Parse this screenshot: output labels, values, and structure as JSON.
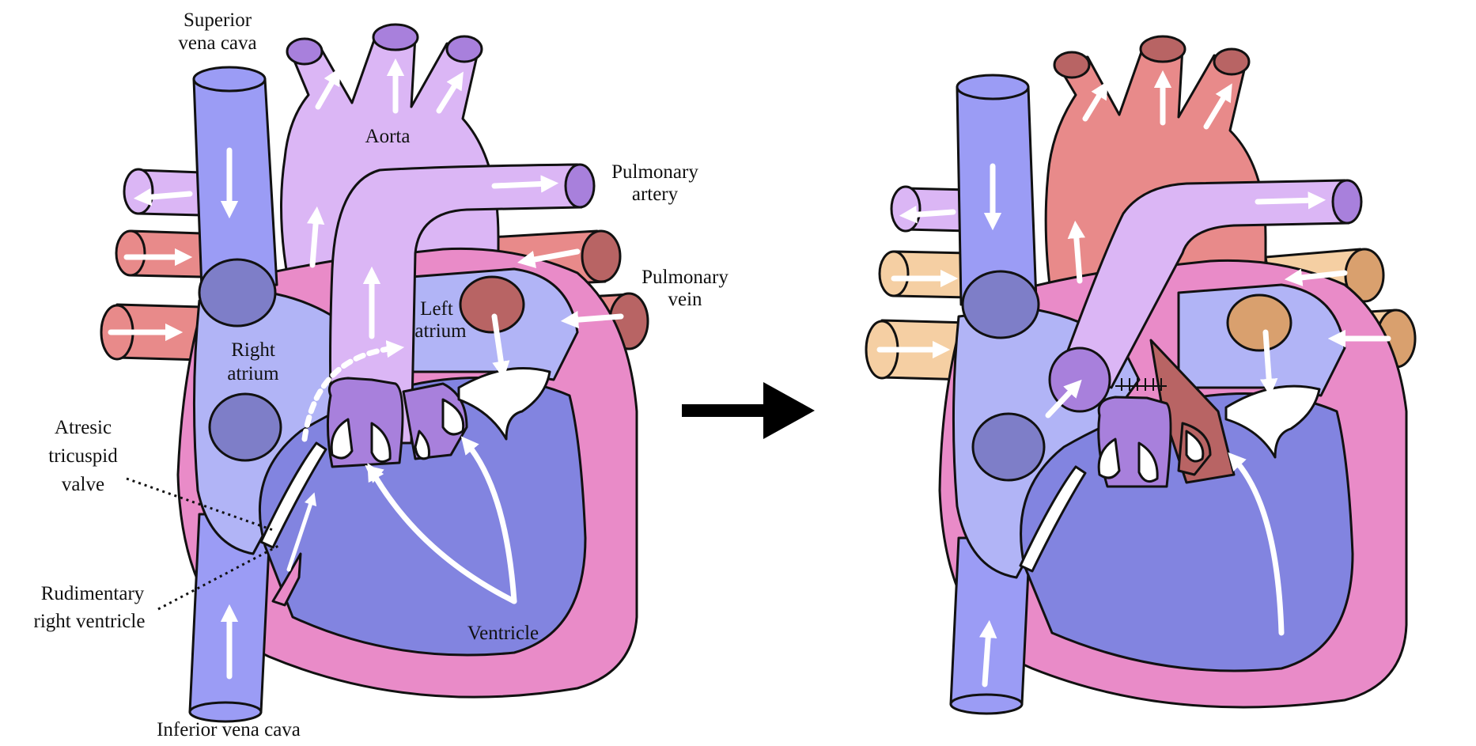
{
  "labels": {
    "superior_vena_cava": [
      "Superior",
      "vena cava"
    ],
    "aorta": "Aorta",
    "pulmonary_artery": [
      "Pulmonary",
      "artery"
    ],
    "pulmonary_vein": [
      "Pulmonary",
      "vein"
    ],
    "left_atrium": [
      "Left",
      "atrium"
    ],
    "right_atrium": [
      "Right",
      "atrium"
    ],
    "atresic_tricuspid_valve": [
      "Atresic",
      "tricuspid",
      "valve"
    ],
    "rudimentary_right_ventricle": [
      "Rudimentary",
      "right ventricle"
    ],
    "ventricle": "Ventricle",
    "inferior_vena_cava": "Inferior vena cava"
  },
  "colors": {
    "deoxygenated_vessel": "#9b9cf5",
    "vessel_cap": "#7e7ec8",
    "aorta_mixed": "#dbb6f5",
    "aorta_cap": "#a880dc",
    "pulmonary_vein": "#e88a8a",
    "pulmonary_vein_cap": "#b86464",
    "aorta_oxygenated": "#e88a8a",
    "pulmonary_vein_tan": "#f5cfa3",
    "pulmonary_vein_tan_cap": "#d9a06e",
    "myocardium": "#e98bc8",
    "ventricle": "#8284e0",
    "atrium": "#b1b4f6",
    "flow_arrow": "#ffffff",
    "outline": "#111111"
  }
}
